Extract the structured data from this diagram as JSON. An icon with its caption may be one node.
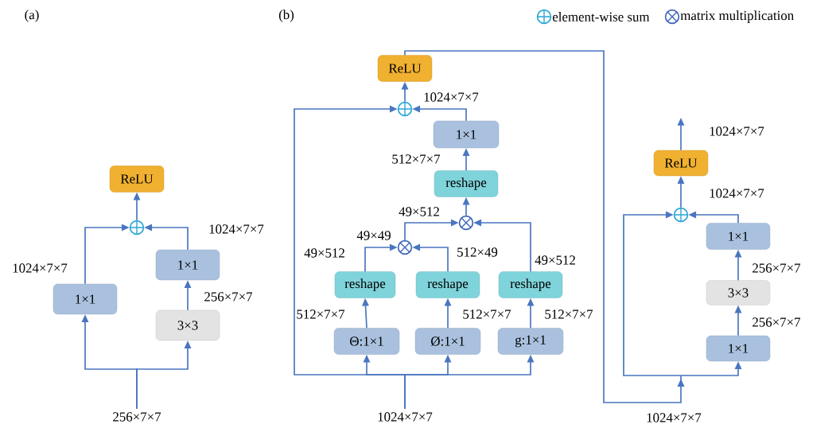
{
  "diagram": {
    "nodes": [
      {
        "text": [
          "ReLU"
        ]
      },
      {
        "text": [],
        "shape": "circle"
      },
      {
        "text": [
          "1×1"
        ]
      },
      {
        "text": [
          "1×1"
        ]
      },
      {
        "text": [
          "3×3"
        ]
      },
      {
        "text": [
          "256×7×7"
        ]
      },
      {
        "text": [
          "ReLU"
        ]
      },
      {
        "text": [],
        "shape": "circle"
      },
      {
        "text": [
          "1×1"
        ]
      },
      {
        "text": [
          "reshape"
        ]
      },
      {
        "text": [],
        "shape": "circle"
      },
      {
        "text": [],
        "shape": "circle"
      },
      {
        "text": [
          "reshape"
        ]
      },
      {
        "text": [
          "reshape"
        ]
      },
      {
        "text": [
          "reshape"
        ]
      },
      {
        "text": [
          "Θ:1×1"
        ]
      },
      {
        "text": [
          "Ø:1×1"
        ]
      },
      {
        "text": [
          "g:1×1"
        ]
      },
      {
        "text": [
          "1024×7×7"
        ]
      },
      {
        "text": [
          "ReLU"
        ]
      },
      {
        "text": [],
        "shape": "circle"
      },
      {
        "text": [
          "1×1"
        ]
      },
      {
        "text": [
          "3×3"
        ]
      },
      {
        "text": [
          "1×1"
        ]
      }
    ],
    "edges": [
      {
        "from": 5,
        "to": 2,
        "arrow": "to"
      },
      {
        "from": 5,
        "to": 4,
        "arrow": "to"
      },
      {
        "from": 4,
        "to": 3,
        "arrow": "to"
      },
      {
        "from": 3,
        "to": 1,
        "arrow": "to"
      },
      {
        "from": 2,
        "to": 1,
        "arrow": "to"
      },
      {
        "from": 1,
        "to": 0,
        "arrow": "to"
      },
      {
        "from": 18,
        "to": 7,
        "arrow": "to"
      },
      {
        "from": 18,
        "to": 15,
        "arrow": "to"
      },
      {
        "from": 18,
        "to": 16,
        "arrow": "to"
      },
      {
        "from": 18,
        "to": 17,
        "arrow": "to"
      },
      {
        "from": 15,
        "to": 12,
        "arrow": "to"
      },
      {
        "from": 16,
        "to": 13,
        "arrow": "to"
      },
      {
        "from": 17,
        "to": 14,
        "arrow": "to"
      },
      {
        "from": 12,
        "to": 11,
        "arrow": "to"
      },
      {
        "from": 13,
        "to": 11,
        "arrow": "to"
      },
      {
        "from": 11,
        "to": 10,
        "arrow": "to"
      },
      {
        "from": 14,
        "to": 10,
        "arrow": "to"
      },
      {
        "from": 10,
        "to": 9,
        "arrow": "to"
      },
      {
        "from": 9,
        "to": 8,
        "arrow": "to"
      },
      {
        "from": 8,
        "to": 7,
        "arrow": "to"
      },
      {
        "from": 7,
        "to": 6,
        "arrow": "to"
      },
      {
        "from": 6,
        "to": 20,
        "arrow": "to"
      },
      {
        "from": 6,
        "to": 23,
        "arrow": "to"
      },
      {
        "from": 23,
        "to": 22,
        "arrow": "to"
      },
      {
        "from": 22,
        "to": 21,
        "arrow": "to"
      },
      {
        "from": 21,
        "to": 20,
        "arrow": "to"
      },
      {
        "from": 20,
        "to": 19,
        "arrow": "to"
      },
      {
        "from": 19,
        "to": null,
        "arrow": "to"
      }
    ],
    "labels": [
      "(a)",
      "(b)",
      "1024×7×7",
      "1024×7×7",
      "512×7×7",
      "1024×7×7",
      "49×512",
      "1024×7×7",
      "49×49",
      "49×512",
      "512×49",
      "49×512",
      "1024×7×7",
      "256×7×7",
      "256×7×7",
      "512×7×7",
      "512×7×7",
      "512×7×7",
      "256×7×7",
      "1024×7×7"
    ],
    "legend": [
      {
        "text": "element-wise sum"
      },
      {
        "text": "matrix multiplication"
      }
    ]
  }
}
